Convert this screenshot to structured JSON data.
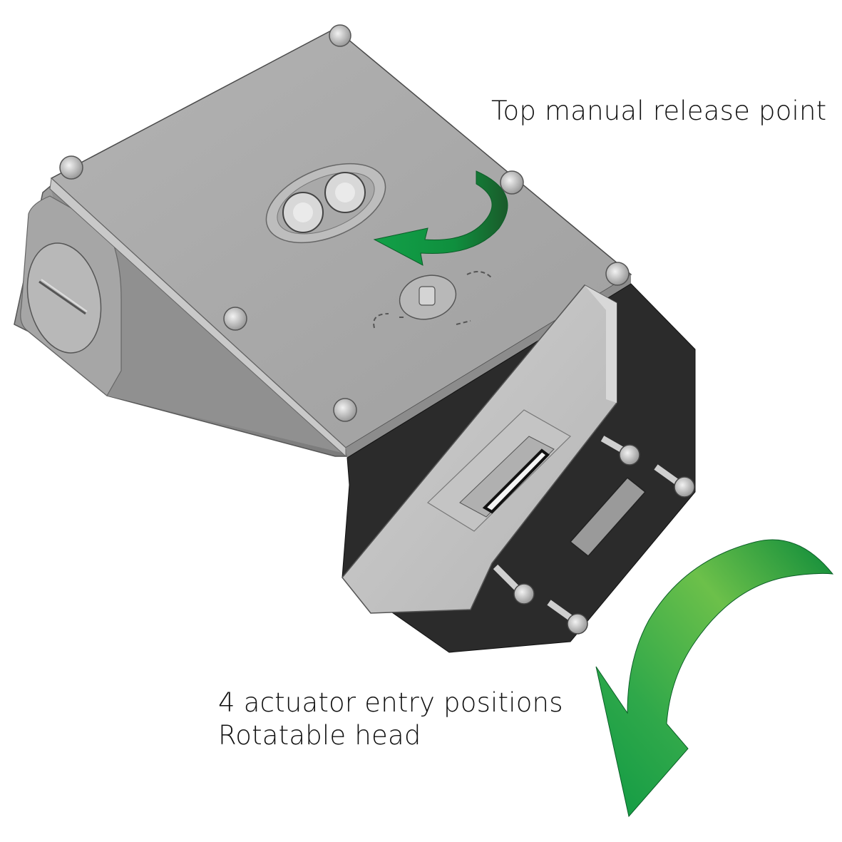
{
  "figure": {
    "subject": "Safety interlock switch with guard locking",
    "background_color": "#ffffff",
    "colors": {
      "housing_top": "#a9a9a9",
      "housing_side": "#8c8c8c",
      "housing_dark": "#2b2b2b",
      "head_light": "#c4c4c4",
      "arrow_green_light": "#6cc04a",
      "arrow_green_dark": "#0f9a44"
    }
  },
  "callouts": {
    "top_release": {
      "text": "Top manual release point"
    },
    "head": {
      "line1": "4 actuator entry positions",
      "line2": "Rotatable head"
    }
  },
  "icons": {
    "release_arrow": "curved-arrow-counterclockwise",
    "rotate_arrow": "curved-arrow-down-left"
  }
}
